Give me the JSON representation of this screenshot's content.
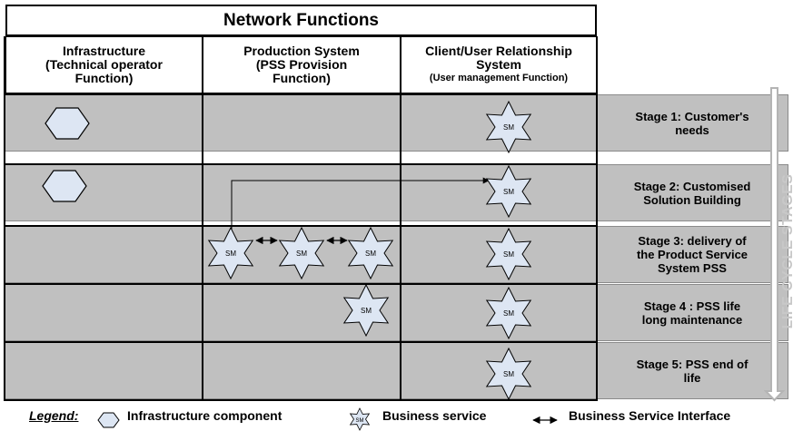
{
  "title": "Network Functions",
  "columns": [
    {
      "line1": "Infrastructure",
      "line2": "(Technical operator",
      "line3": "Function)",
      "sub": ""
    },
    {
      "line1": "Production System",
      "line2": "(PSS Provision",
      "line3": "Function)",
      "sub": ""
    },
    {
      "line1": "Client/User Relationship",
      "line2": "System",
      "line3": "",
      "sub": "(User management Function)"
    }
  ],
  "stages": [
    {
      "line1": "Stage 1: Customer's",
      "line2": "needs",
      "line3": ""
    },
    {
      "line1": "Stage 2: Customised",
      "line2": "Solution Building",
      "line3": ""
    },
    {
      "line1": "Stage 3: delivery of",
      "line2": "the Product Service",
      "line3": "System PSS"
    },
    {
      "line1": "Stage 4 : PSS life",
      "line2": "long maintenance",
      "line3": ""
    },
    {
      "line1": "Stage 5: PSS end of",
      "line2": "life",
      "line3": ""
    }
  ],
  "service_label": "SM",
  "lifecycle_label": "LIFE CYCLE STAGES",
  "legend": {
    "title": "Legend:",
    "infra": "Infrastructure component",
    "service": "Business service",
    "interface": "Business Service Interface"
  },
  "colors": {
    "row_fill": "#c0c0c0",
    "hexagon_fill": "#dde6f3",
    "star_fill": "#dde6f3",
    "arrow_gray": "#b4b4b4"
  }
}
